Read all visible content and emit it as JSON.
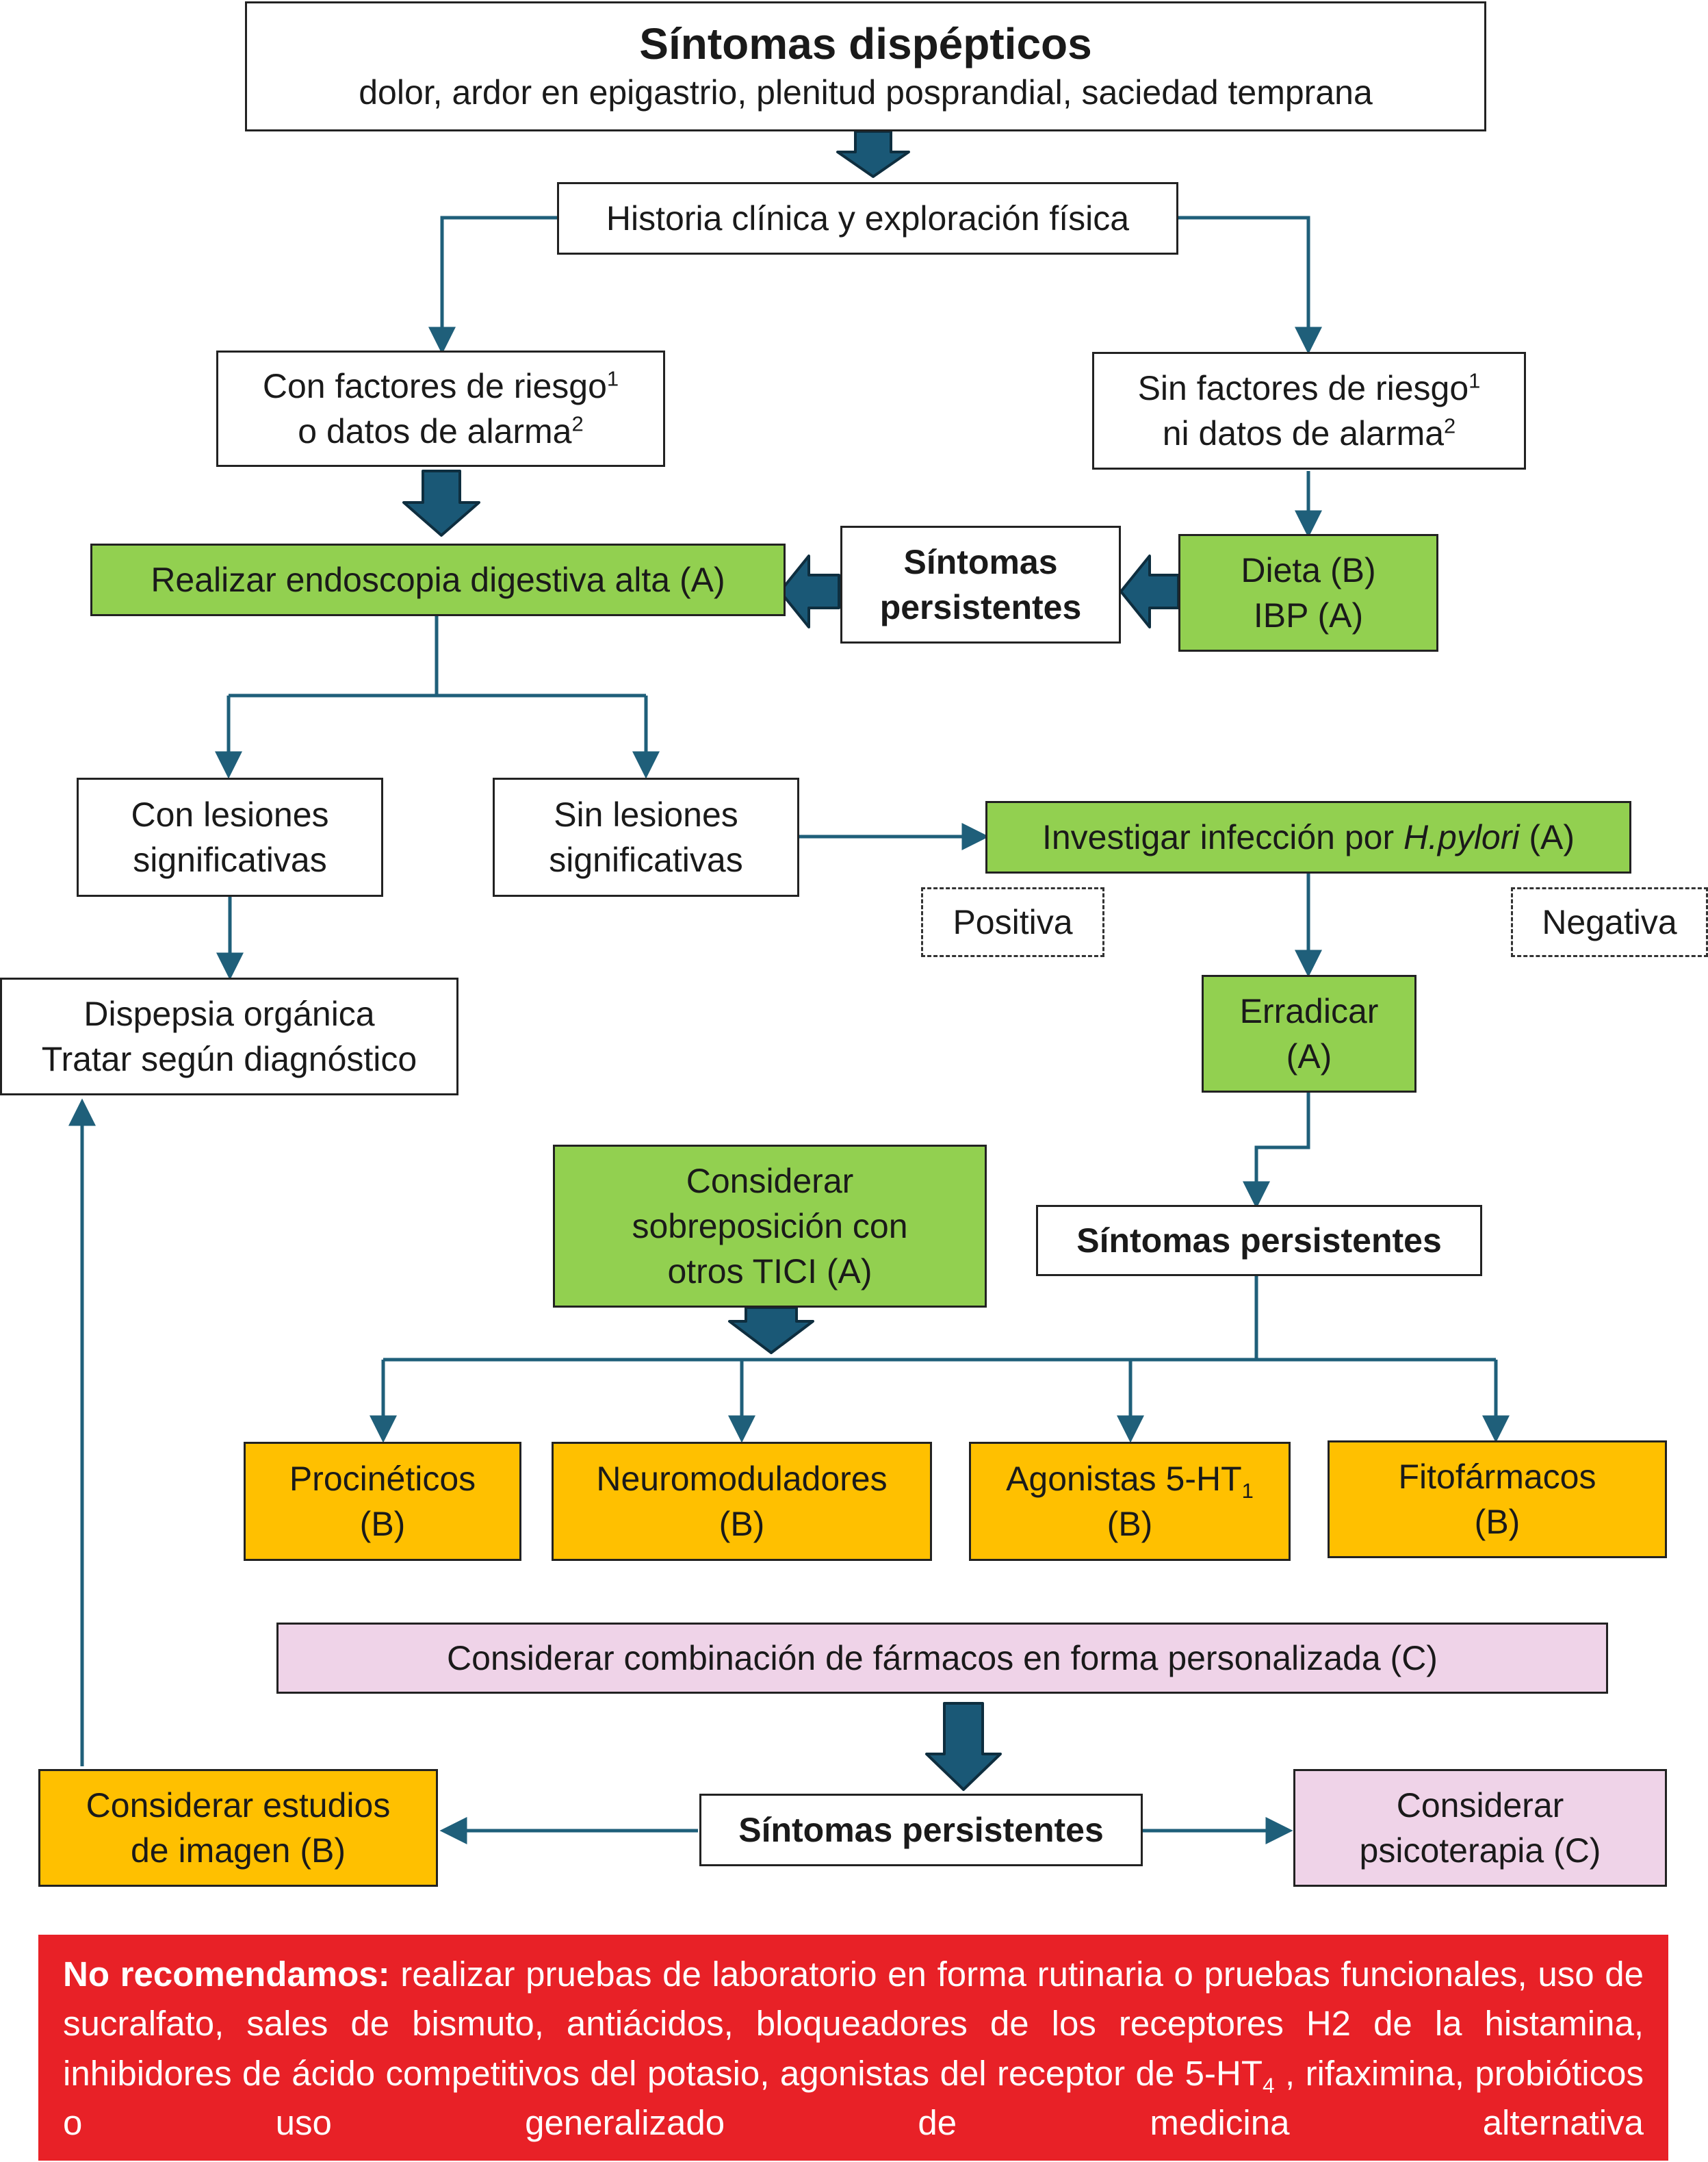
{
  "colors": {
    "arrow": "#1f5f7a",
    "green": "#92d050",
    "orange": "#ffc000",
    "pink": "#efd3e8",
    "red": "#e82127"
  },
  "nodes": {
    "start_title": "Síntomas dispépticos",
    "start_subtitle": "dolor, ardor en epigastrio, plenitud posprandial, saciedad temprana",
    "history": "Historia clínica y exploración física",
    "risk_line1": "Con factores de riesgo",
    "risk_sup": "1",
    "risk_line2": "o datos de alarma",
    "risk_sup2": "2",
    "norisk_line1": "Sin factores de riesgo",
    "norisk_sup": "1",
    "norisk_line2": "ni datos de alarma",
    "norisk_sup2": "2",
    "endoscopy": "Realizar endoscopia digestiva alta (A)",
    "persist_1": "Síntomas persistentes",
    "diet_line1": "Dieta (B)",
    "diet_line2": "IBP (A)",
    "with_lesions": "Con lesiones significativas",
    "without_lesions": "Sin lesiones significativas",
    "hpylori_pre": "Investigar infección por ",
    "hpylori_italic": "H.pylori",
    "hpylori_post": " (A)",
    "positive": "Positiva",
    "negative": "Negativa",
    "organic_line1": "Dispepsia orgánica",
    "organic_line2": "Tratar según diagnóstico",
    "eradicate_line1": "Erradicar",
    "eradicate_line2": "(A)",
    "tici": "Considerar sobreposición con otros TICI (A)",
    "persist_2": "Síntomas persistentes",
    "prokinetics_line1": "Procinéticos",
    "prokinetics_line2": "(B)",
    "neuromod_line1": "Neuromoduladores",
    "neuromod_line2": "(B)",
    "agonists_line1": "Agonistas 5-HT",
    "agonists_sub": "1",
    "agonists_line2": "(B)",
    "phyto_line1": "Fitofármacos",
    "phyto_line2": "(B)",
    "combination": "Considerar combinación de fármacos en forma personalizada (C)",
    "imaging_line1": "Considerar estudios",
    "imaging_line2": "de imagen (B)",
    "persist_3": "Síntomas persistentes",
    "psycho_line1": "Considerar",
    "psycho_line2": "psicoterapia (C)"
  },
  "note": {
    "lead": "No recomendamos:",
    "text_a": " realizar pruebas de laboratorio en forma rutinaria o pruebas funcionales, uso de sucralfato, sales de bismuto, antiácidos, bloqueadores de los receptores H2 de la histamina, inhibidores de ácido competitivos del potasio, agonistas del receptor de 5-HT",
    "sub": "4",
    "text_b": " , rifaximina, probióticos o uso generalizado de medicina alternativa"
  }
}
